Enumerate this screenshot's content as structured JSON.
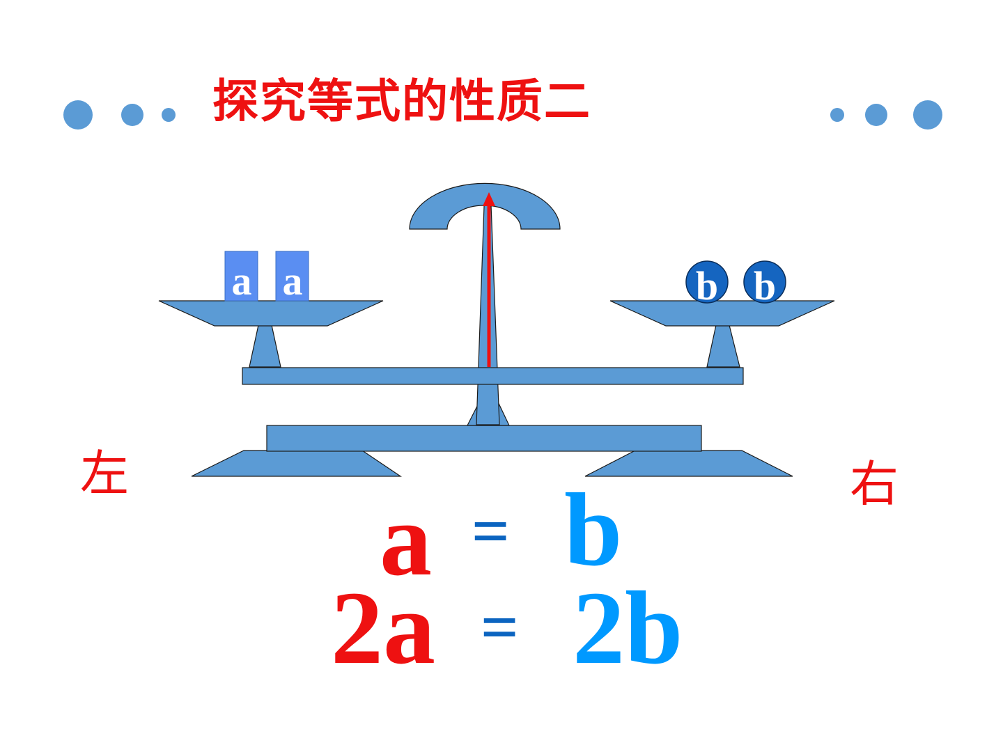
{
  "title": "探究等式的性质二",
  "colors": {
    "accent_red": "#ee1111",
    "equation_blue": "#0099ff",
    "equals_blue": "#0b64c0",
    "scale_fill": "#5b9bd5",
    "block_fill": "#5a8ef2",
    "ball_fill": "#1565c0",
    "dot_fill": "#5b9bd5"
  },
  "labels": {
    "left": "左",
    "right": "右"
  },
  "scale": {
    "left_pan_items": [
      "a",
      "a"
    ],
    "right_pan_items": [
      "b",
      "b"
    ]
  },
  "equations": [
    {
      "left": "a",
      "sign": "=",
      "right": "b"
    },
    {
      "left": "2a",
      "sign": "=",
      "right": "2b"
    }
  ]
}
